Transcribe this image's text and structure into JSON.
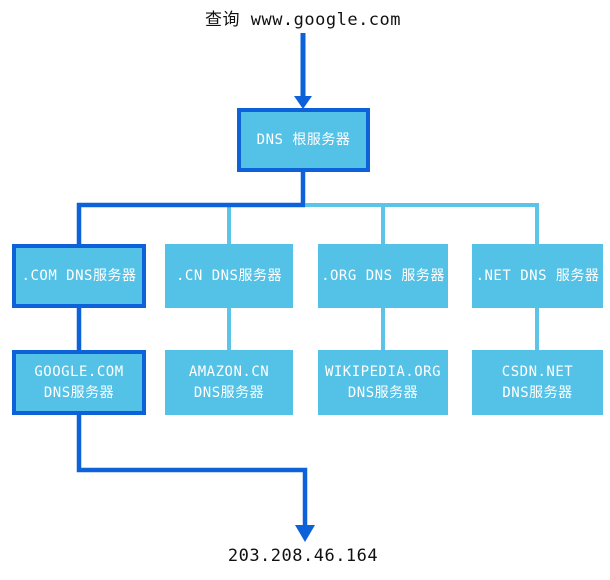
{
  "title": "查询 www.google.com",
  "result_ip": "203.208.46.164",
  "colors": {
    "dark_blue": "#0d62d9",
    "light_blue_fill": "#54c1e6",
    "light_blue_line": "#5cc4e6",
    "text": "#111111",
    "box_text": "#ffffff"
  },
  "diagram": {
    "root": {
      "label": "DNS 根服务器",
      "highlighted": true
    },
    "tld_servers": [
      {
        "label": ".COM DNS服务器",
        "highlighted": true
      },
      {
        "label": ".CN DNS服务器",
        "highlighted": false
      },
      {
        "label": ".ORG DNS 服务器",
        "highlighted": false
      },
      {
        "label": ".NET DNS 服务器",
        "highlighted": false
      }
    ],
    "authoritative_servers": [
      {
        "line1": "GOOGLE.COM",
        "line2": "DNS服务器",
        "highlighted": true
      },
      {
        "line1": "AMAZON.CN",
        "line2": "DNS服务器",
        "highlighted": false
      },
      {
        "line1": "WIKIPEDIA.ORG",
        "line2": "DNS服务器",
        "highlighted": false
      },
      {
        "line1": "CSDN.NET",
        "line2": "DNS服务器",
        "highlighted": false
      }
    ]
  }
}
